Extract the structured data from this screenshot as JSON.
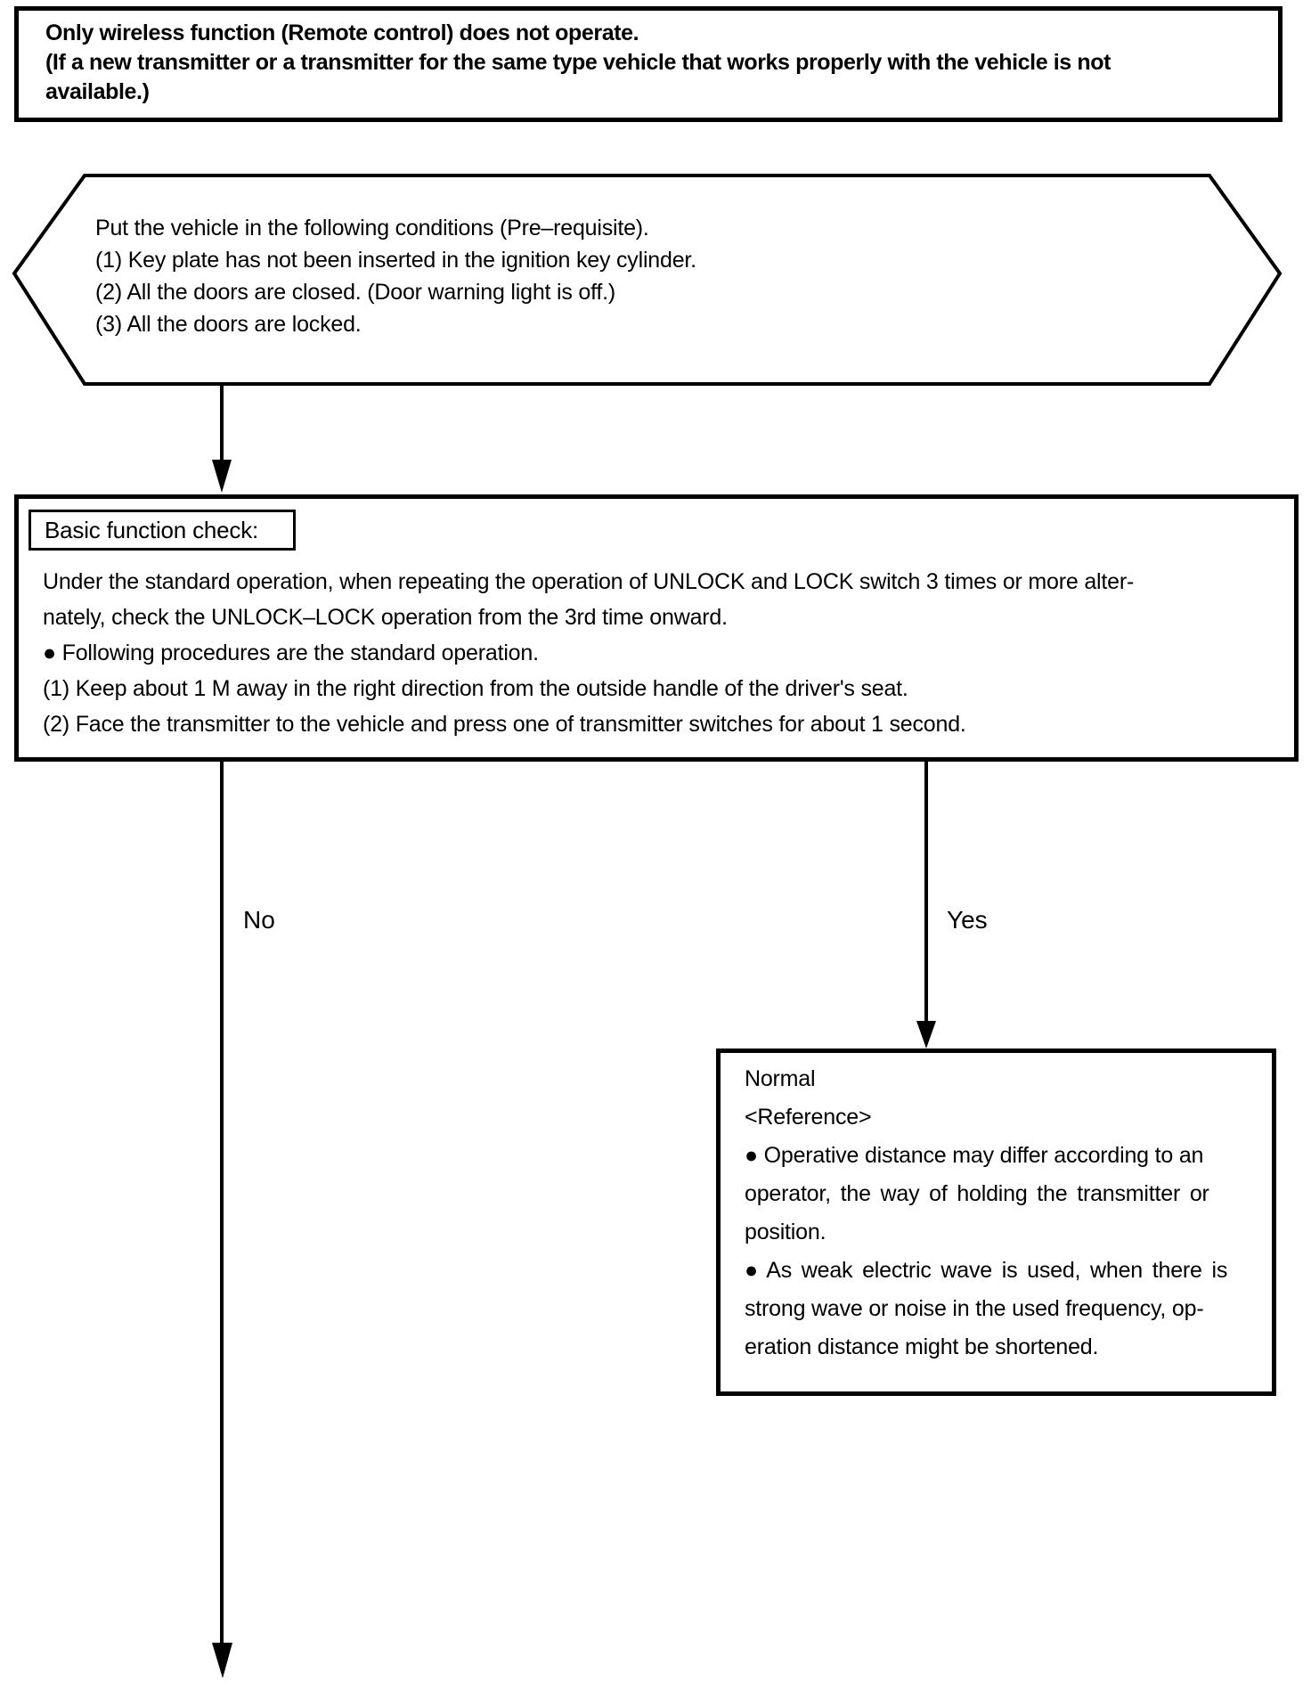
{
  "page": {
    "background_color": "#ffffff",
    "ink_color": "#000000"
  },
  "problem_box": {
    "lines": [
      "Only wireless function (Remote control) does not operate.",
      "(If a new transmitter or a transmitter for the same type vehicle that works properly with the vehicle is not",
      "available.)"
    ]
  },
  "prerequisite_hexagon": {
    "lines": [
      "Put the vehicle in the following conditions (Pre–requisite).",
      "(1) Key plate has not been inserted in the ignition key cylinder.",
      "(2) All the doors are closed. (Door warning light is off.)",
      "(3) All the doors are locked."
    ]
  },
  "basic_check_box": {
    "label": "Basic function check:",
    "lines": [
      "Under the standard operation, when repeating the operation of UNLOCK and LOCK switch 3 times or more alter-",
      "nately, check the UNLOCK–LOCK operation from the 3rd time onward.",
      "● Following procedures are the standard operation.",
      "(1) Keep about 1 M away in the right direction from the outside handle of the driver's seat.",
      "(2) Face the transmitter to the vehicle and press one of transmitter switches for about 1 second."
    ]
  },
  "branches": {
    "no_label": "No",
    "yes_label": "Yes"
  },
  "normal_box": {
    "lines": [
      "Normal",
      "<Reference>",
      "● Operative distance may differ according to an",
      "operator, the way of holding the transmitter or",
      "position.",
      "● As weak electric wave is used, when there is",
      "strong wave or noise in the used frequency, op-",
      "eration distance might be shortened."
    ]
  }
}
